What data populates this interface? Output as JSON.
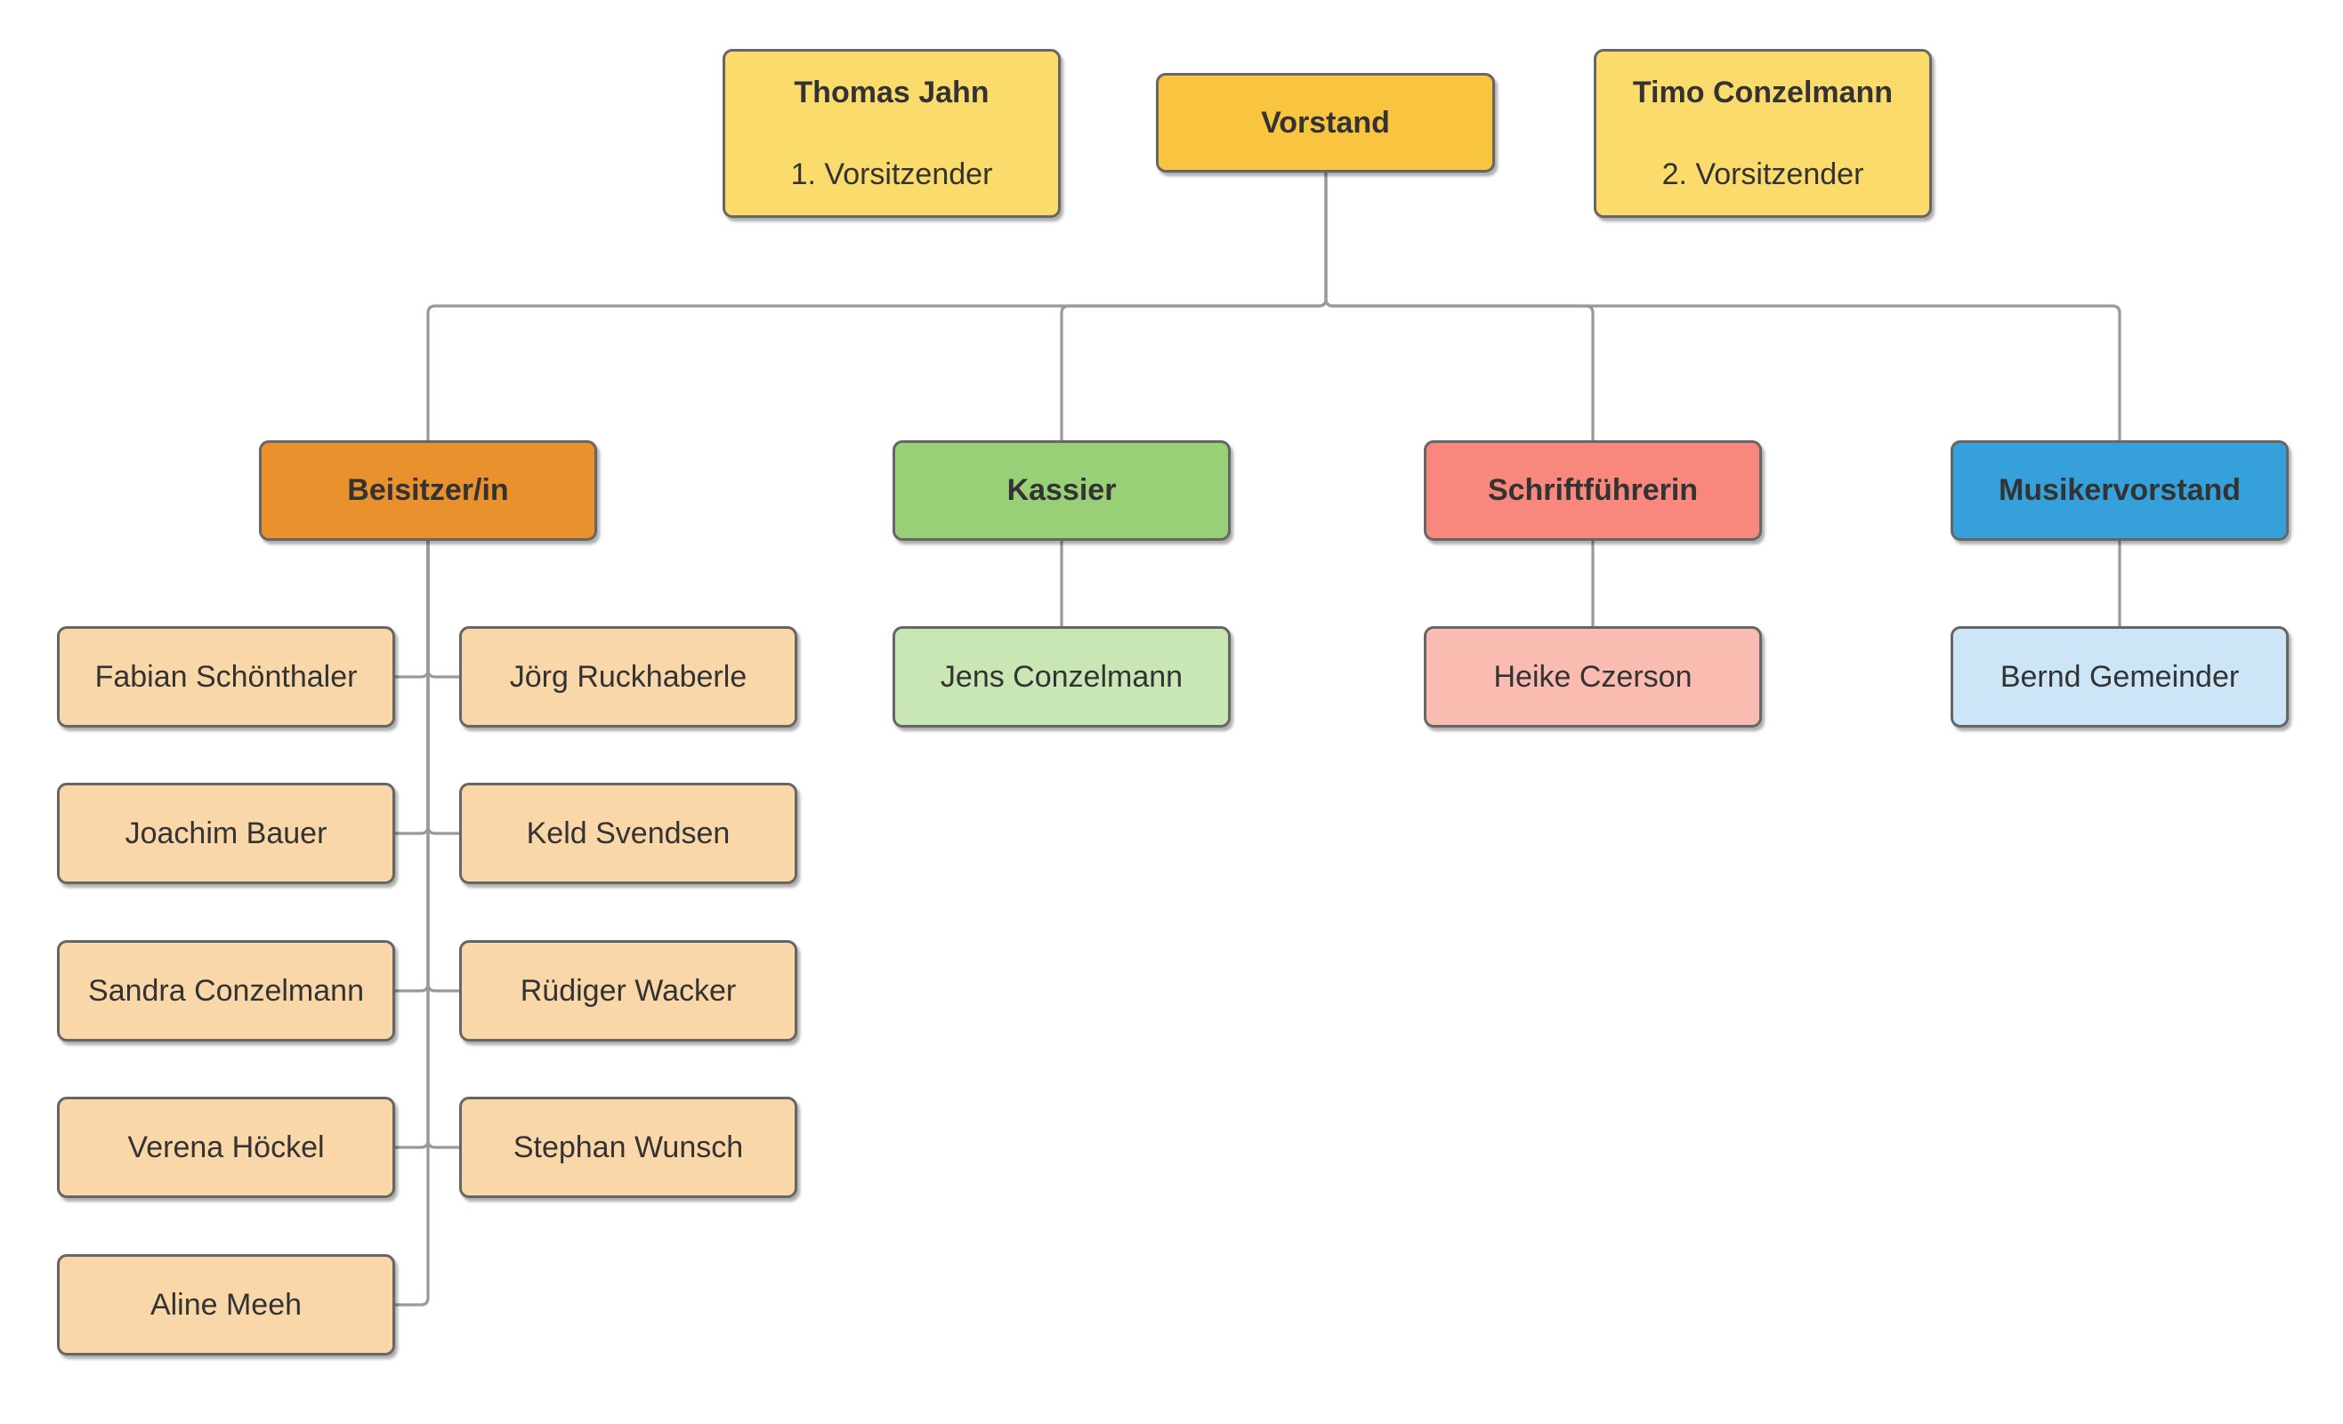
{
  "palette": {
    "background": "#FFFFFF",
    "node_border": "#666666",
    "connector": "#999999",
    "text": "#333333",
    "chairman_fill": "#FBDB6C",
    "vorstand_fill": "#F9C440",
    "beisitzer_fill": "#E8912D",
    "beisitzer_member_fill": "#FAD7A8",
    "kassier_fill": "#97D077",
    "kassier_member_fill": "#C9E7B4",
    "schriftfuehrerin_fill": "#F8877E",
    "schriftfuehrerin_member_fill": "#FABBB1",
    "musikervorstand_fill": "#36A0DA",
    "musikervorstand_member_fill": "#CCE6F7"
  },
  "nodes": {
    "chairman1": {
      "name": "Thomas Jahn",
      "role": "1. Vorsitzender"
    },
    "board": {
      "label": "Vorstand"
    },
    "chairman2": {
      "name": "Timo Conzelmann",
      "role": "2. Vorsitzender"
    },
    "beisitzer": {
      "label": "Beisitzer/in",
      "members_left": [
        "Fabian Schönthaler",
        "Joachim Bauer",
        "Sandra Conzelmann",
        "Verena Höckel",
        "Aline Meeh"
      ],
      "members_right": [
        "Jörg Ruckhaberle",
        "Keld Svendsen",
        "Rüdiger Wacker",
        "Stephan Wunsch"
      ]
    },
    "kassier": {
      "label": "Kassier",
      "member": "Jens Conzelmann"
    },
    "schriftfuehrerin": {
      "label": "Schriftführerin",
      "member": "Heike Czerson"
    },
    "musikervorstand": {
      "label": "Musikervorstand",
      "member": "Bernd Gemeinder"
    }
  }
}
